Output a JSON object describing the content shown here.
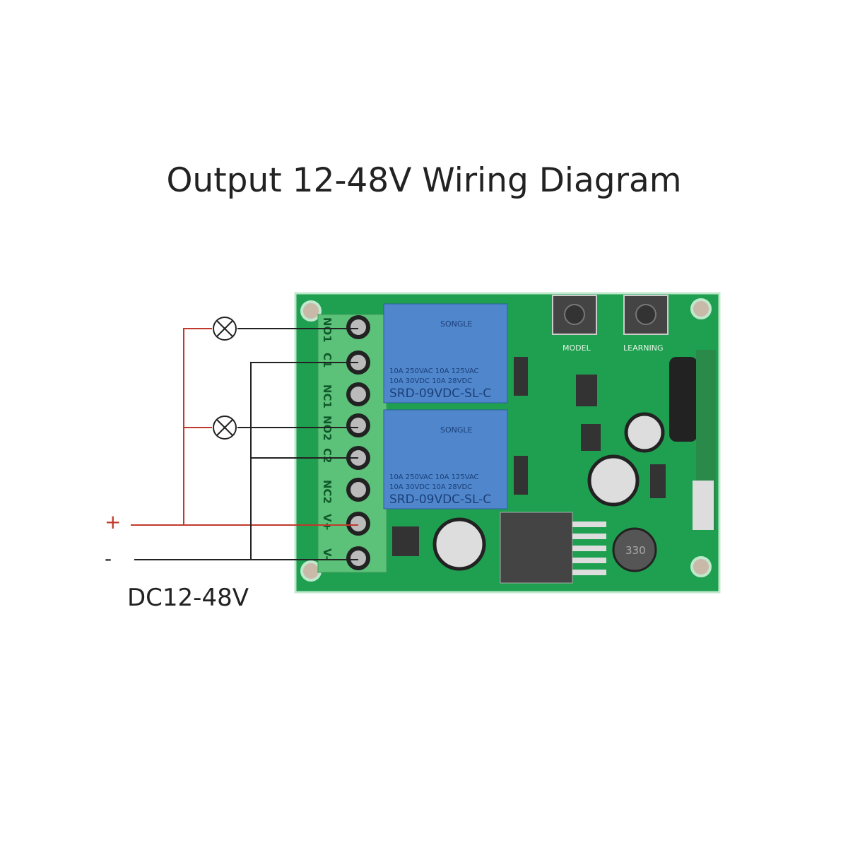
{
  "title": "Output 12-48V Wiring Diagram",
  "power": {
    "plus": "+",
    "minus": "-",
    "label": "DC12-48V"
  },
  "terminals": [
    "NO1",
    "C1",
    "NC1",
    "NO2",
    "C2",
    "NC2",
    "V+",
    "V-"
  ],
  "relays": [
    {
      "brand": "SONGLE",
      "rating1": "10A 250VAC  10A 125VAC",
      "rating2": "10A 30VDC  10A 28VDC",
      "model": "SRD-09VDC-SL-C"
    },
    {
      "brand": "SONGLE",
      "rating1": "10A 250VAC  10A 125VAC",
      "rating2": "10A 30VDC  10A 28VDC",
      "model": "SRD-09VDC-SL-C"
    }
  ],
  "buttons": [
    "MODEL",
    "LEARNING"
  ],
  "inductor": "330",
  "colors": {
    "board": "#1fa050",
    "relay": "#4f86cc",
    "positive_wire": "#c0392b",
    "wire": "#222222",
    "terminal_block": "#5cc27a"
  }
}
